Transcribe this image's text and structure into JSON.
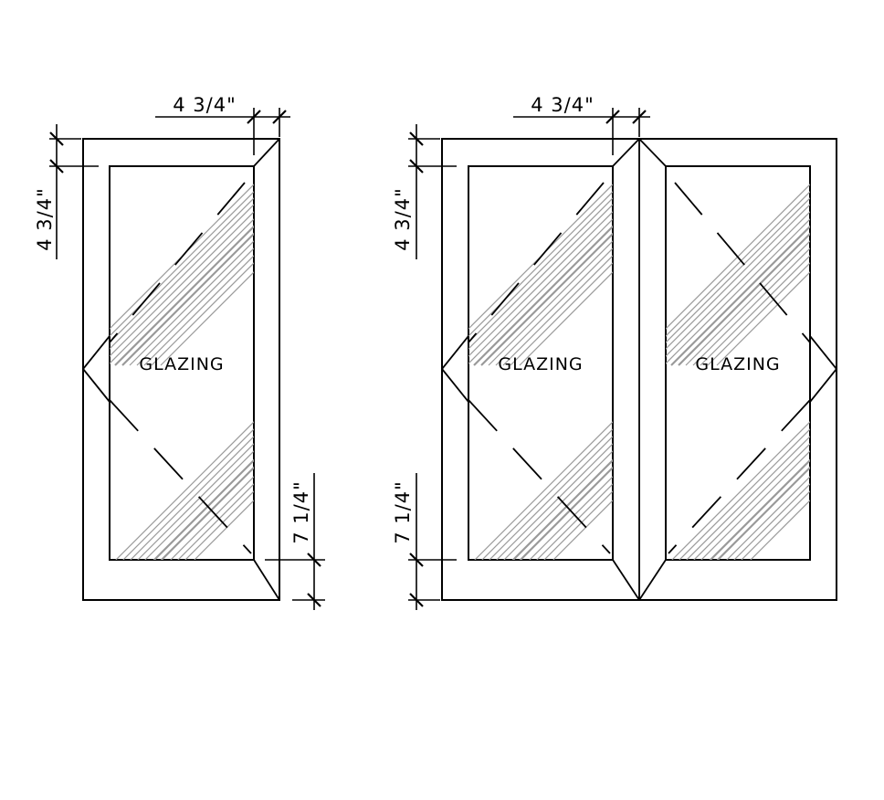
{
  "dimensions": {
    "left_door_stile_width": "4 3/4\"",
    "left_door_top_rail": "4 3/4\"",
    "left_door_bottom_rail": "7 1/4\"",
    "double_door_mullion_width": "4 3/4\"",
    "double_door_top_rail": "4 3/4\"",
    "double_door_bottom_rail": "7 1/4\""
  },
  "panels": {
    "single_door_glazing": "GLAZING",
    "double_door_left_glazing": "GLAZING",
    "double_door_right_glazing": "GLAZING"
  },
  "colors": {
    "line": "#000000",
    "glazing_hatch": "#9a9a9a",
    "background": "#ffffff"
  }
}
